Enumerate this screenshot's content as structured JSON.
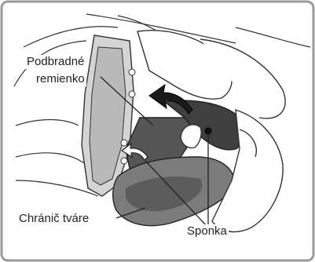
{
  "labels": {
    "chin_strap_line1": "Podbradné",
    "chin_strap_line2": "remienko",
    "face_guard": "Chránič tváre",
    "clip": "Sponka"
  },
  "colors": {
    "frame_border": "#9a9a9a",
    "line": "#333333",
    "dark_pad": "#4d4d4d",
    "mid_pad": "#8a8a8a",
    "light_shell": "#cfcfcf",
    "shadow_pad": "#6c6c6c"
  }
}
